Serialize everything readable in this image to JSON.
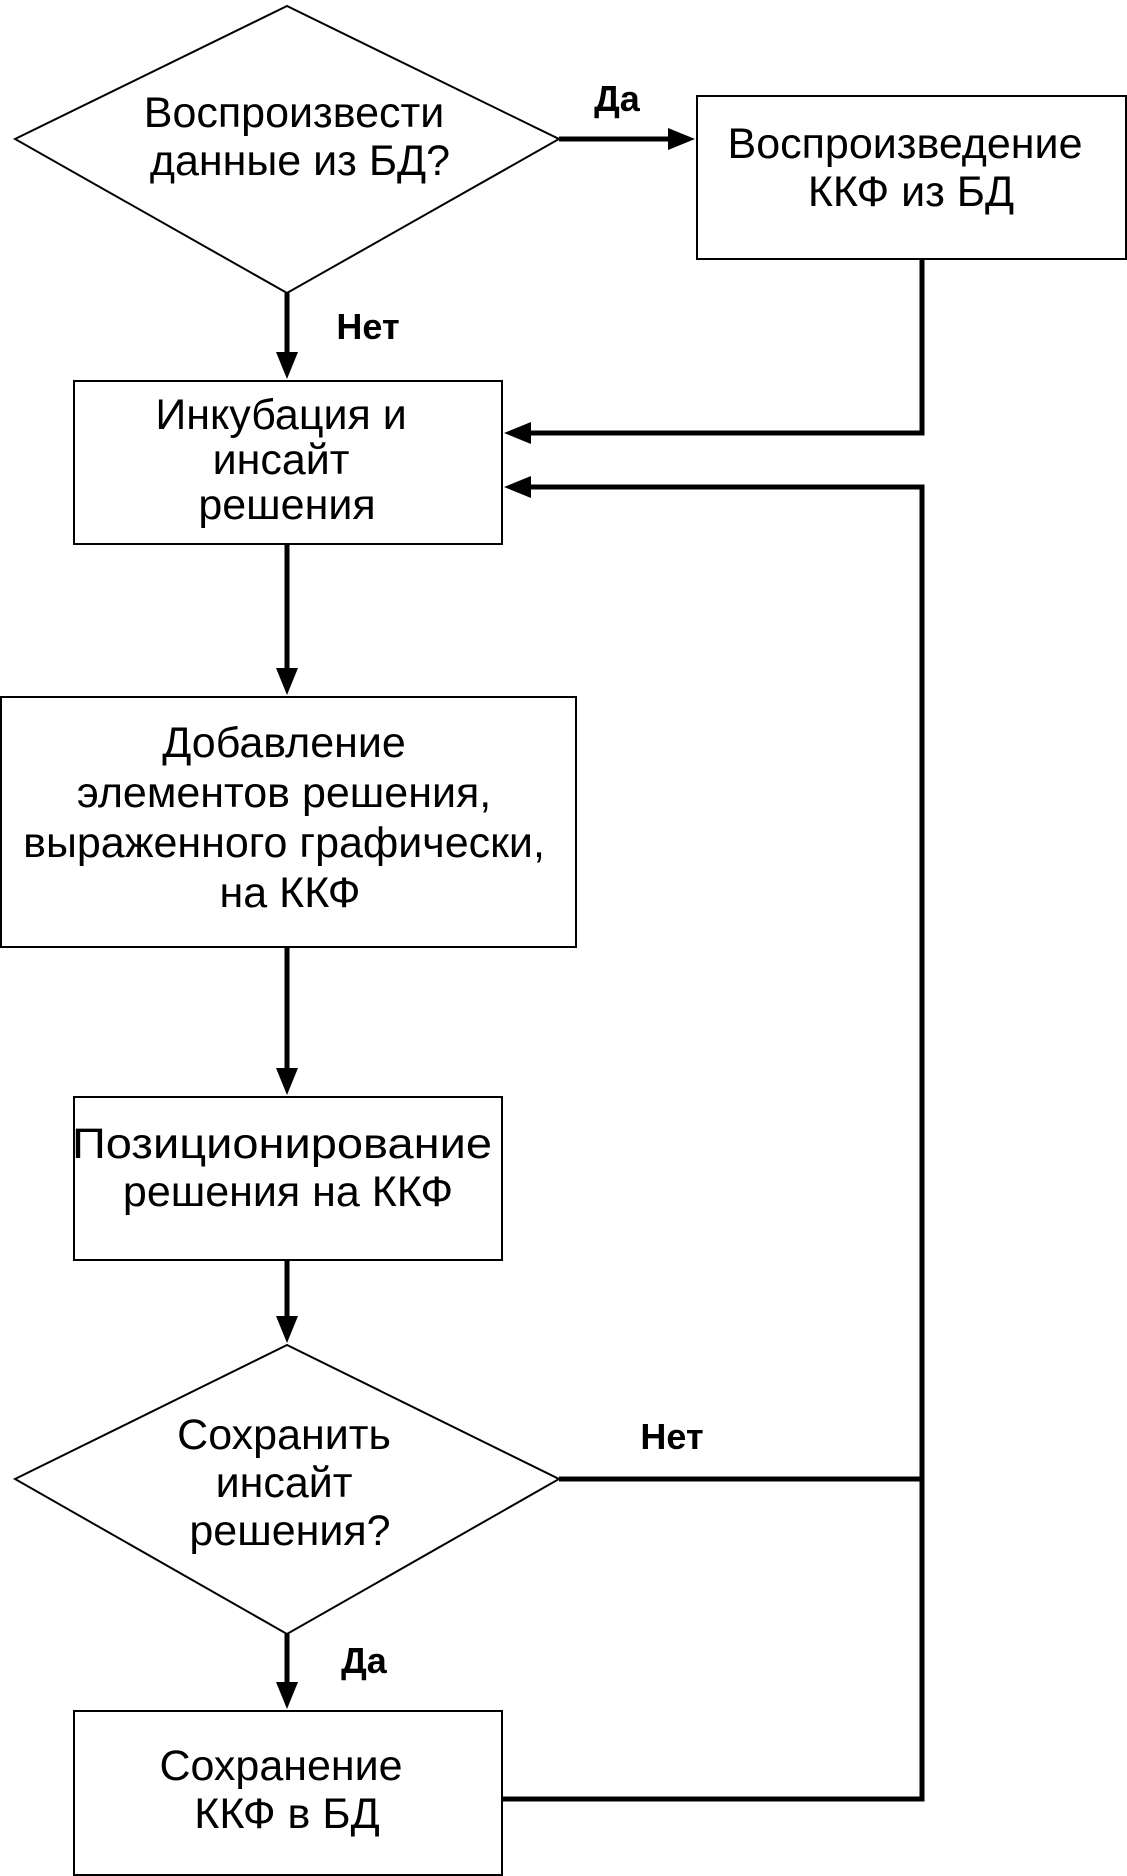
{
  "nodes": {
    "decision_replay": {
      "kind": "decision",
      "lines": [
        "Воспроизвести",
        "данные из БД?"
      ]
    },
    "replay_kkf": {
      "kind": "process",
      "lines": [
        "Воспроизведение",
        "ККФ из БД"
      ]
    },
    "incubation": {
      "kind": "process",
      "lines": [
        "Инкубация и",
        "инсайт",
        "решения"
      ]
    },
    "add_elements": {
      "kind": "process",
      "lines": [
        "Добавление",
        "элементов решения,",
        "выраженного графически,",
        "на ККФ"
      ]
    },
    "positioning": {
      "kind": "process",
      "lines": [
        "Позиционирование",
        "решения на ККФ"
      ]
    },
    "decision_save": {
      "kind": "decision",
      "lines": [
        "Сохранить",
        "инсайт",
        "решения?"
      ]
    },
    "save_kkf": {
      "kind": "process",
      "lines": [
        "Сохранение",
        "ККФ в БД"
      ]
    }
  },
  "edge_labels": {
    "replay_yes": "Да",
    "replay_no": "Нет",
    "save_no": "Нет",
    "save_yes": "Да"
  },
  "colors": {
    "stroke": "#000000",
    "fill": "#ffffff",
    "text": "#000000"
  }
}
